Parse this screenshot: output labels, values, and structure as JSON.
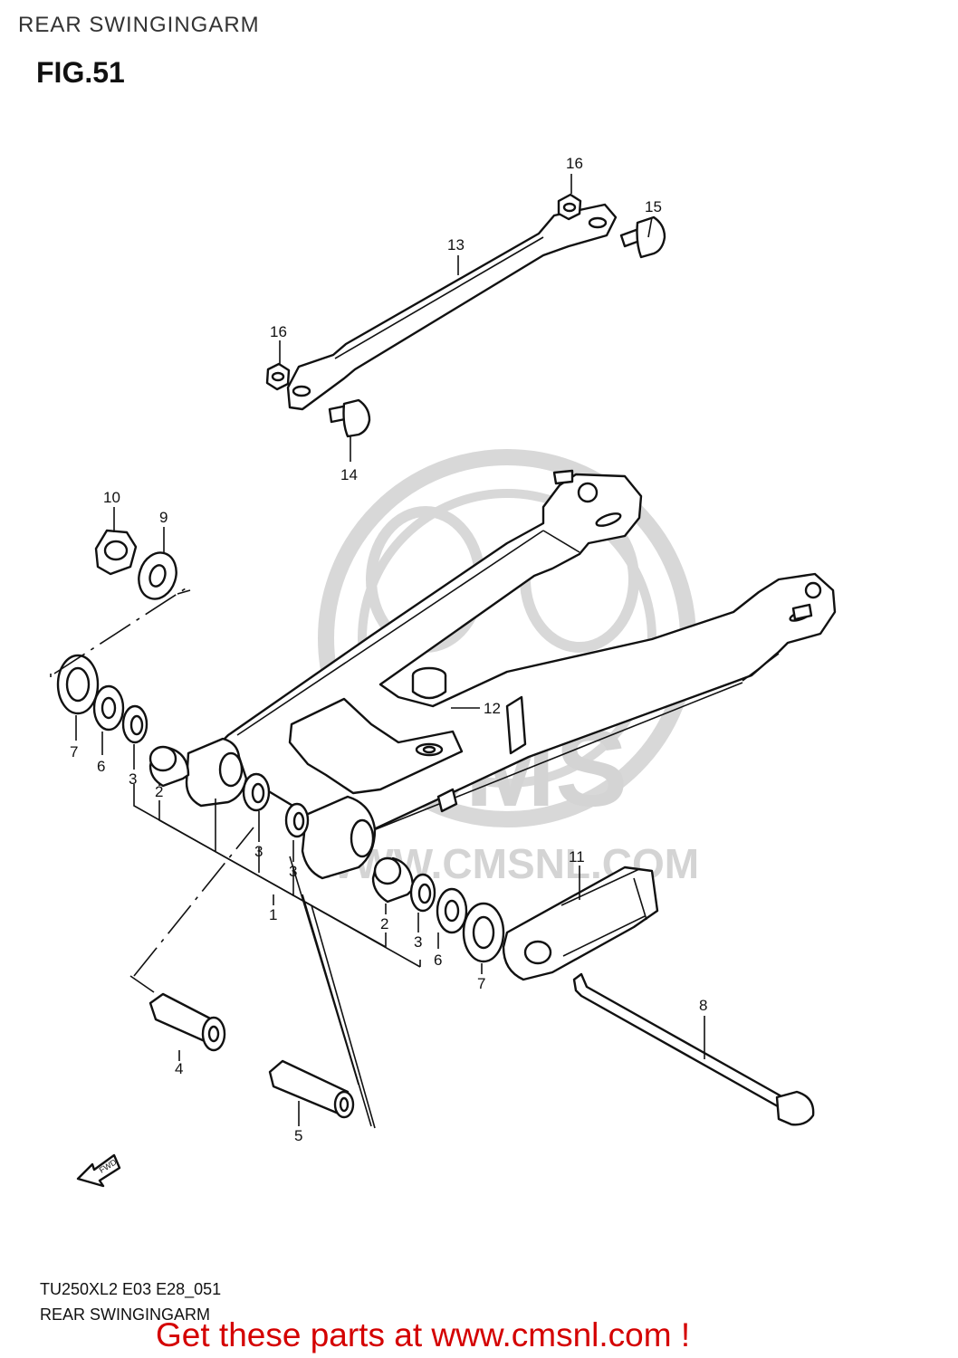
{
  "header": {
    "title": "REAR SWINGINGARM",
    "figure": "FIG.51"
  },
  "watermark": {
    "brand": "CMS",
    "url": "WWW.CMSNL.COM"
  },
  "direction_marker": "FWD",
  "callouts": [
    {
      "id": "c16a",
      "label": "16"
    },
    {
      "id": "c15",
      "label": "15"
    },
    {
      "id": "c13",
      "label": "13"
    },
    {
      "id": "c16b",
      "label": "16"
    },
    {
      "id": "c14",
      "label": "14"
    },
    {
      "id": "c10",
      "label": "10"
    },
    {
      "id": "c9",
      "label": "9"
    },
    {
      "id": "c12",
      "label": "12"
    },
    {
      "id": "c7a",
      "label": "7"
    },
    {
      "id": "c6a",
      "label": "6"
    },
    {
      "id": "c3a",
      "label": "3"
    },
    {
      "id": "c2a",
      "label": "2"
    },
    {
      "id": "c3b",
      "label": "3"
    },
    {
      "id": "c3c",
      "label": "3"
    },
    {
      "id": "c1",
      "label": "1"
    },
    {
      "id": "c11",
      "label": "11"
    },
    {
      "id": "c2b",
      "label": "2"
    },
    {
      "id": "c3d",
      "label": "3"
    },
    {
      "id": "c6b",
      "label": "6"
    },
    {
      "id": "c7b",
      "label": "7"
    },
    {
      "id": "c8",
      "label": "8"
    },
    {
      "id": "c4",
      "label": "4"
    },
    {
      "id": "c5",
      "label": "5"
    }
  ],
  "footer": {
    "code": "TU250XL2 E03 E28_051",
    "title": "REAR SWINGINGARM",
    "promo": "Get these parts at www.cmsnl.com !"
  }
}
